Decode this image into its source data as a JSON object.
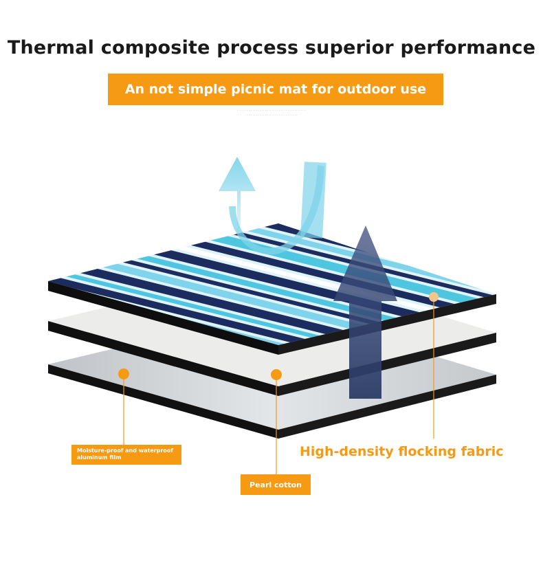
{
  "header": {
    "title": "Thermal composite process superior performance",
    "subtitle": "An not simple picnic mat for outdoor use"
  },
  "labels": {
    "aluminum_film": "Moisture-proof and waterproof aluminum film",
    "pearl_cotton": "Pearl cotton",
    "flocking_fabric": "High-density flocking fabric"
  },
  "colors": {
    "accent": "#f59a12",
    "stripe_navy": "#1c2c5e",
    "stripe_cyan": "#4ec6e0",
    "arrow_light": "#7fd3ea",
    "arrow_dark": "#2b3c66"
  }
}
